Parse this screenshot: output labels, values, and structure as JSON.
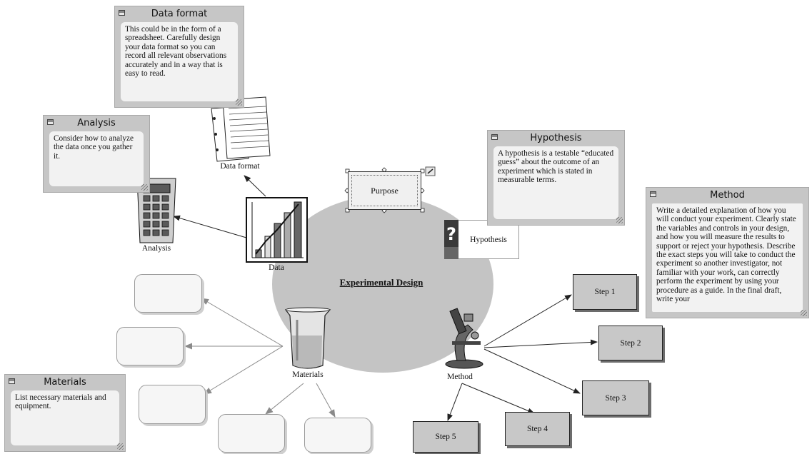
{
  "center_title": "Experimental Design",
  "purpose_label": "Purpose",
  "hypothesis_node_label": "Hypothesis",
  "icons": {
    "data_format": "Data format",
    "data": "Data",
    "analysis": "Analysis",
    "materials": "Materials",
    "method": "Method"
  },
  "steps": [
    "Step 1",
    "Step 2",
    "Step 3",
    "Step 4",
    "Step 5"
  ],
  "notes": {
    "data_format": {
      "title": "Data format",
      "body": "This could be in the form of a spreadsheet. Carefully design your data format so you can record all relevant observations accurately and in a way that is easy to read."
    },
    "analysis": {
      "title": "Analysis",
      "body": "Consider how to analyze the data once you gather it."
    },
    "hypothesis": {
      "title": "Hypothesis",
      "body": "A hypothesis is a testable “educated guess” about the outcome of an experiment which is stated in measurable terms."
    },
    "method": {
      "title": "Method",
      "body": "Write a detailed explanation of how you will conduct your experiment. Clearly state the variables and controls in your design, and how you will measure the results to support or reject your hypothesis. Describe the exact steps you will take to conduct the experiment so another investigator, not familiar with your work, can correctly perform the experiment by using your procedure as a guide. In the final draft, write your"
    },
    "materials": {
      "title": "Materials",
      "body": "List necessary materials and equipment."
    }
  }
}
